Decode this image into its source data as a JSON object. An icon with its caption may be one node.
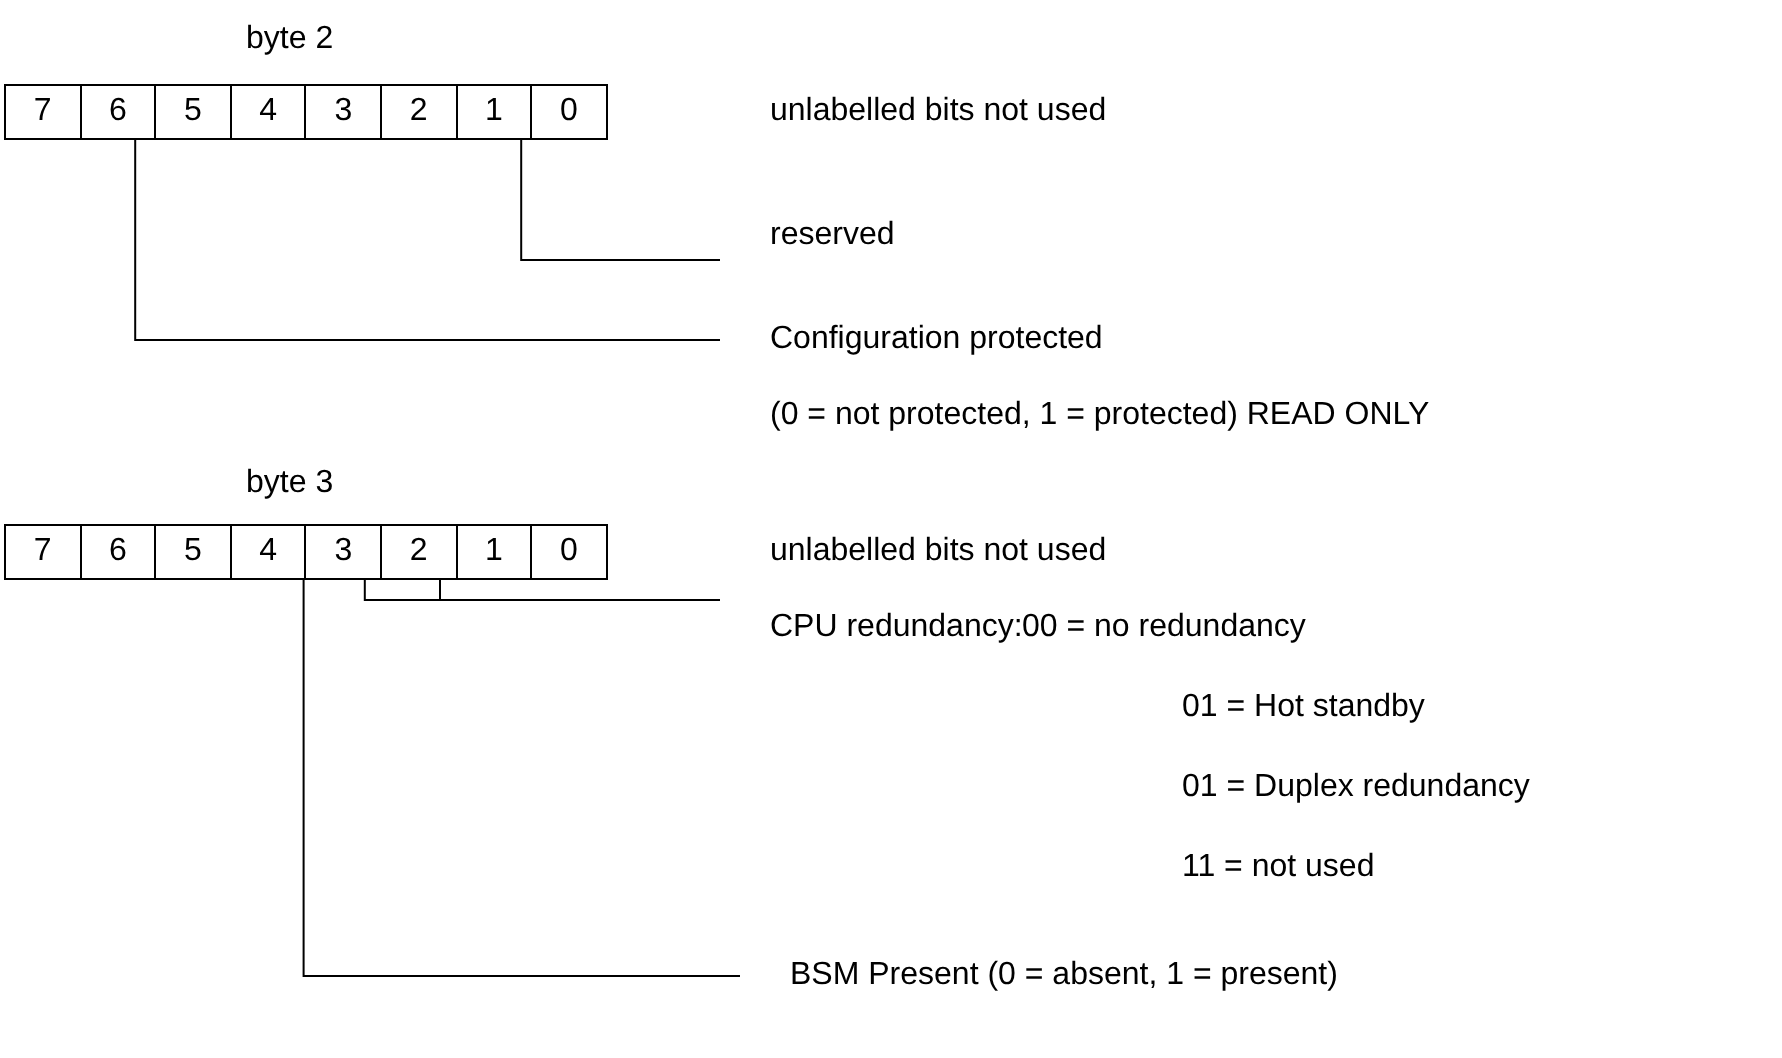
{
  "diagram": {
    "nodes": [
      {
        "text": [
          "7"
        ]
      },
      {
        "text": [
          "6"
        ]
      },
      {
        "text": [
          "5"
        ]
      },
      {
        "text": [
          "4"
        ]
      },
      {
        "text": [
          "3"
        ]
      },
      {
        "text": [
          "2"
        ]
      },
      {
        "text": [
          "1"
        ]
      },
      {
        "text": [
          "0"
        ]
      },
      {
        "text": [
          "7"
        ]
      },
      {
        "text": [
          "6"
        ]
      },
      {
        "text": [
          "5"
        ]
      },
      {
        "text": [
          "4"
        ]
      },
      {
        "text": [
          "3"
        ]
      },
      {
        "text": [
          "2"
        ]
      },
      {
        "text": [
          "1"
        ]
      },
      {
        "text": [
          "0"
        ]
      },
      {
        "text": [
          "reserved"
        ]
      },
      {
        "text": [
          "Configuration protected",
          "(0 = not protected, 1 = protected) READ ONLY"
        ]
      },
      {
        "text": [
          "CPU redundancy:",
          "00 = no redundancy",
          "01 = Hot standby",
          "01 = Duplex redundancy",
          "11 = not used"
        ]
      },
      {
        "text": [
          "BSM Present (0 = absent, 1 = present)"
        ]
      }
    ],
    "edges": [
      {
        "from": 6,
        "to": 16,
        "arrow": "none"
      },
      {
        "from": 1,
        "to": 17,
        "arrow": "none"
      },
      {
        "from": 12,
        "to": 18,
        "arrow": "none"
      },
      {
        "from": 13,
        "to": 18,
        "arrow": "none"
      },
      {
        "from": 11,
        "to": 19,
        "arrow": "none"
      }
    ],
    "labels": [
      "byte 2",
      "unlabelled bits not used",
      "byte 3",
      "unlabelled bits not used"
    ]
  }
}
